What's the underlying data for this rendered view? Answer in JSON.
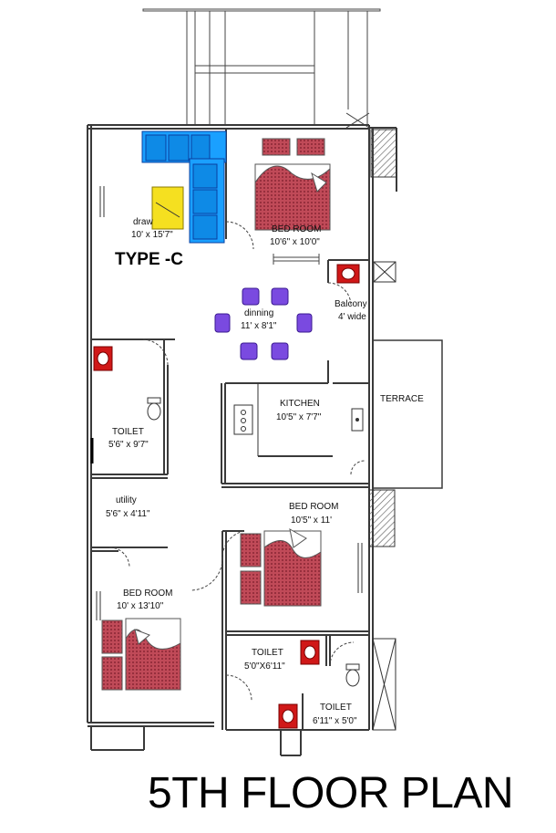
{
  "page_title": "5TH FLOOR PLAN",
  "type_label": "TYPE -C",
  "rooms": {
    "drawing": {
      "name": "draw",
      "size": "10' x 15'7\""
    },
    "bedroom_top": {
      "name": "BED ROOM",
      "size": "10'6\" x 10'0\""
    },
    "dinning": {
      "name": "dinning",
      "size": "11' x 8'1\""
    },
    "balcony": {
      "name": "Balcony",
      "size": "4' wide"
    },
    "kitchen": {
      "name": "KITCHEN",
      "size": "10'5\" x 7'7\""
    },
    "terrace": {
      "name": "TERRACE"
    },
    "toilet_left": {
      "name": "TOILET",
      "size": "5'6\" x 9'7\""
    },
    "utility": {
      "name": "utility",
      "size": "5'6\" x 4'11\""
    },
    "bedroom_mid": {
      "name": "BED ROOM",
      "size": "10'5\" x 11'"
    },
    "bedroom_bottom": {
      "name": "BED ROOM",
      "size": "10' x 13'10\""
    },
    "toilet_center": {
      "name": "TOILET",
      "size": "5'0\"X6'11\""
    },
    "toilet_right": {
      "name": "TOILET",
      "size": "6'11\" x 5'0\""
    }
  },
  "colors": {
    "wall": "#3a3a3a",
    "sofa": "#1aa0ff",
    "sofa_dark": "#1060d0",
    "table": "#f5e020",
    "chair": "#7a4ae0",
    "bed": "#b03848",
    "fixture": "#d01818",
    "hatch": "#555555"
  }
}
